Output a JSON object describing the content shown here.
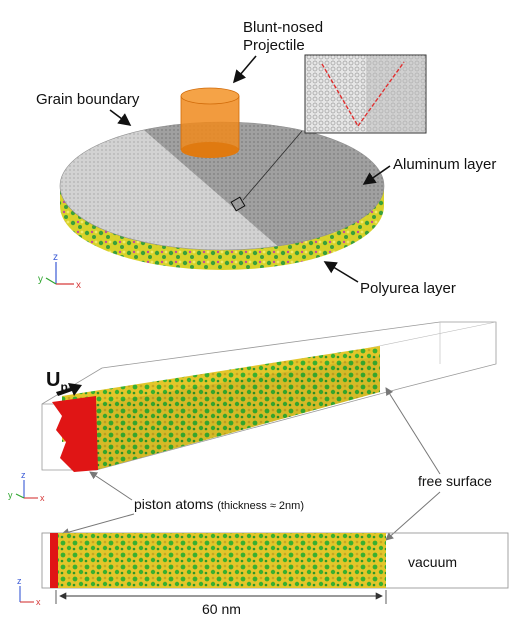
{
  "top_panel": {
    "projectile_label_line1": "Blunt-nosed",
    "projectile_label_line2": "Projectile",
    "grain_boundary_label": "Grain boundary",
    "aluminum_label": "Aluminum layer",
    "polyurea_label": "Polyurea layer",
    "axes": {
      "y": "y",
      "z": "z",
      "x": "x"
    },
    "colors": {
      "projectile": "#f08a1c",
      "aluminum_light": "#cfcfcf",
      "aluminum_dark": "#9a9a9a",
      "polyurea_yellow": "#d9d42a",
      "polyurea_green": "#3aa13a",
      "inset_guide": "#e03030"
    }
  },
  "middle_panel": {
    "velocity_symbol": "U",
    "velocity_subscript": "p",
    "piston_label": "piston atoms",
    "piston_thickness": "(thickness ≈ 2nm)",
    "free_surface_label": "free surface",
    "axes": {
      "y": "y",
      "z": "z",
      "x": "x"
    },
    "colors": {
      "piston": "#e01515",
      "sample_green": "#39b030",
      "sample_yellow": "#e0c52a"
    }
  },
  "bottom_panel": {
    "vacuum_label": "vacuum",
    "length_label": "60 nm",
    "axes": {
      "z": "z",
      "x": "x"
    }
  }
}
